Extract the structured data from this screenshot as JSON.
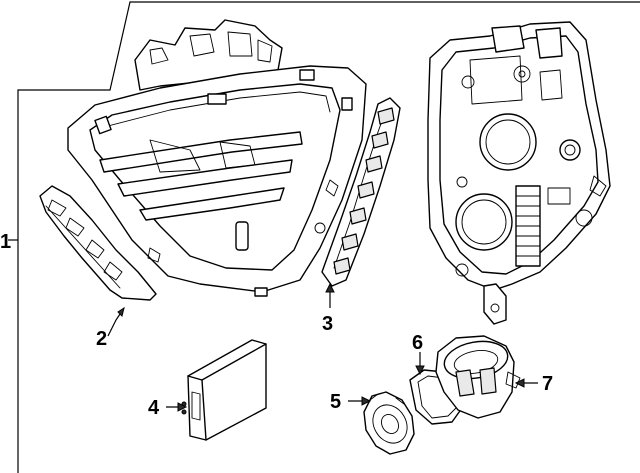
{
  "callouts": [
    {
      "id": "1",
      "label": "1"
    },
    {
      "id": "2",
      "label": "2"
    },
    {
      "id": "3",
      "label": "3"
    },
    {
      "id": "4",
      "label": "4"
    },
    {
      "id": "5",
      "label": "5"
    },
    {
      "id": "6",
      "label": "6"
    },
    {
      "id": "7",
      "label": "7"
    }
  ],
  "parts": [
    {
      "callout": "1",
      "icon": "headlamp-assembly-front-icon"
    },
    {
      "callout": "1",
      "icon": "headlamp-housing-rear-icon"
    },
    {
      "callout": "2",
      "icon": "bracket-icon"
    },
    {
      "callout": "3",
      "icon": "led-strip-icon"
    },
    {
      "callout": "4",
      "icon": "control-module-icon"
    },
    {
      "callout": "5",
      "icon": "bulb-icon"
    },
    {
      "callout": "6",
      "icon": "lens-cover-icon"
    },
    {
      "callout": "7",
      "icon": "socket-cap-icon"
    }
  ]
}
